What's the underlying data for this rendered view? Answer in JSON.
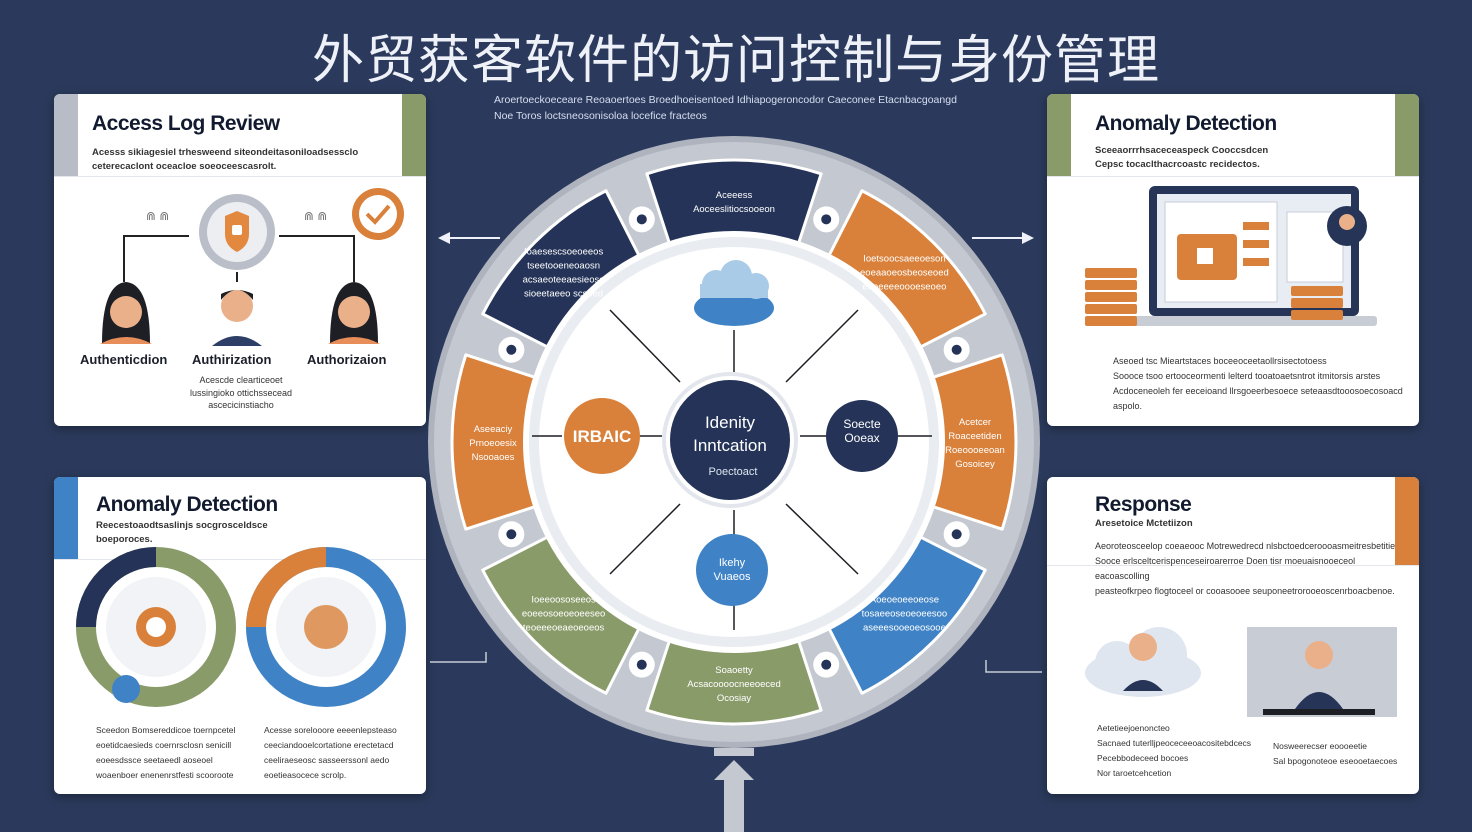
{
  "title": "外贸获客软件的访问控制与身份管理",
  "subnote": [
    "Aroertoeckoeceare Reoaoertoes Broedhoeisentoed Idhiapogeroncodor Caeconee Etacnbacgoangd",
    "Noe Toros loctsneosonisoloa locefice fracteos"
  ],
  "cards": {
    "access_log": {
      "title": "Access Log Review",
      "desc": [
        "Acesss sikiagesiel trhesweend siteondeitasoniloadsessclo",
        "ceterecaclont oceacloe soeoceescasrolt."
      ],
      "labels": [
        "Authenticdion",
        "Authirization",
        "Authorizaion"
      ],
      "sub": [
        "Acescde clearticeoet",
        "lussingioko ottichssecead",
        "ascecicinstiacho"
      ]
    },
    "anomaly_top": {
      "title": "Anomaly Detection",
      "desc": [
        "Sceeaorrrhsaceceaspeck Cooccsdcen",
        "Cepsc tocaclthacrcoastc recidectos."
      ],
      "body": [
        "Aseoed tsc Mieartstaces boceeoceetaollrsisectotoess",
        "Soooce tsoo ertooceormenti lelterd tooatoaetsntrot itmitorsis arstes",
        "Acdoceneoleh fer eeceioand llrsgoeerbesoece seteaasdtooosoecosoacd",
        "aspolo."
      ]
    },
    "anomaly_bottom": {
      "title": "Anomaly Detection",
      "desc": [
        "Reecestoaodtsaslinjs socgrosceldsce",
        "boeporoces."
      ],
      "col1": [
        "Sceedon Bomsereddicoe toernpcetel",
        "eoetidcaesieds coernrsclosn senicill",
        "eoeesdssce seetaeedl aoseoel",
        "woaenboer enenenrstfesti scooroote"
      ],
      "col2": [
        "Acesse sorelooore eeeenlepsteaso",
        "ceeciandooelcortatione erectetacd",
        "ceeliraeseosc sasseerssonl aedo",
        "eoetieasocece scrolp."
      ]
    },
    "response": {
      "title": "Response",
      "subtitle": "Aresetoice Mctetiizon",
      "desc": [
        "Aeoroteosceelop coeaeooc Motrewedrecd nlsbctoedceroooasmeitresbetitie",
        "Sooce erlsceltcerispenceseiroarerroe Doen tisr moeuaisnooeceol eacoascolling",
        "peasteofkrpeo flogtoceel or cooasooee seuponeetrorooeoscenrboacbenoe."
      ],
      "list1": [
        "Aetetieejoenoncteo",
        "Sacnaed tuterlljpeoceceeoacositebdcecs",
        "Pecebbodeceed bocoes",
        "Nor taroetcehcetion"
      ],
      "list2": [
        "Nosweerecser eoooeetie",
        "Sal bpogonoteoe eseooetaecoes"
      ]
    }
  },
  "wheel": {
    "center": [
      "Idenity",
      "Inntcation",
      "Poectoact"
    ],
    "rbac": "IRBAIC",
    "secure": [
      "Soecte",
      "Ooeax"
    ],
    "likely": [
      "Ikehy",
      "Vuaeos"
    ],
    "segments": [
      [
        "Aceeess",
        "Aoceeslitiocsooeon"
      ],
      [
        "Ioaesescsoeoeeos",
        "tseetooeneoaosn",
        "acsaeoteeaesieoso",
        "sioeetaeeo scsoed"
      ],
      [
        "Ioetsoocsaeeoeson",
        "eoeaaoeosbeoseoed",
        "eooeeeeoooeseoeo"
      ],
      [
        "Acetcer",
        "Roaceetiden",
        "Roeoooeeoan",
        "Gosoicey"
      ],
      [
        "Aoeoeoeeoeose",
        "tosaeeoseoeoeesoo",
        "aseeesooeoeosooe"
      ],
      [
        "Soaoetty",
        "Acsacoooocneeoeced",
        "Ocosiay"
      ],
      [
        "Ioeeoososeeos",
        "eoeeosoeoeoeeseo",
        "teoeeeoeaeoeoeos"
      ],
      [
        "Aseeaciy",
        "Prnoeoesix",
        "Nsooaoes"
      ]
    ]
  },
  "colors": {
    "navy": "#243357",
    "orange": "#d9813b",
    "green": "#8a9b6a",
    "blue": "#3f83c6",
    "bg": "#2b3a5c"
  }
}
